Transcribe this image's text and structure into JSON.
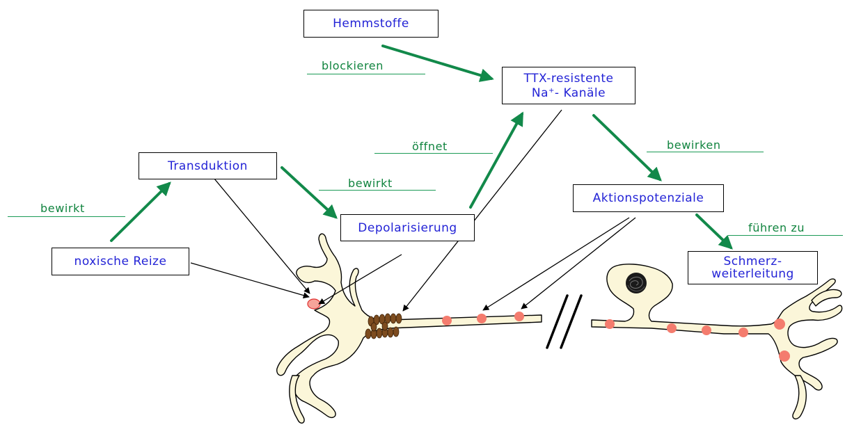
{
  "nodes": {
    "hemmstoffe": "Hemmstoffe",
    "ttx_line1": "TTX-resistente",
    "ttx_na": "Na",
    "ttx_sup": "+",
    "ttx_rest": "- Kanäle",
    "transduktion": "Transduktion",
    "depolarisierung": "Depolarisierung",
    "aktionspotenziale": "Aktionspotenziale",
    "noxische_reize": "noxische Reize",
    "schmerz_line1": "Schmerz-",
    "schmerz_line2": "weiterleitung"
  },
  "edges": {
    "blockieren": "blockieren",
    "oeffnet": "öffnet",
    "bewirkt_transduktion": "bewirkt",
    "bewirkt_reize": "bewirkt",
    "bewirken": "bewirken",
    "fuehren_zu": "führen zu"
  },
  "colors": {
    "node_text": "#2323d6",
    "edge_label": "#11843f",
    "arrow": "#12894a",
    "neuron_fill": "#fbf6d9",
    "ap_dot": "#f47c6e",
    "channel": "#7d4c1f"
  }
}
